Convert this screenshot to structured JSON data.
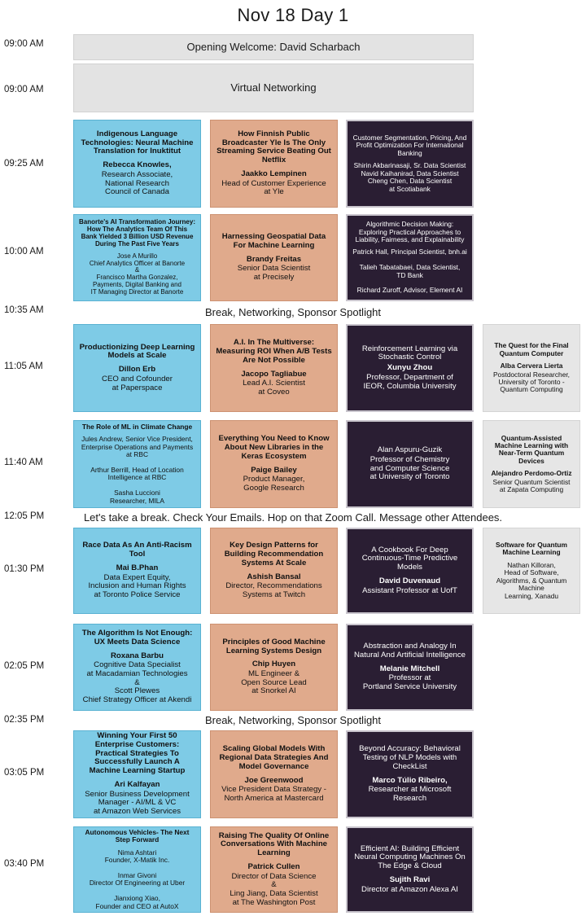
{
  "title": "Nov 18 Day 1",
  "times": [
    "09:00 AM",
    "09:00 AM",
    "09:25 AM",
    "10:00 AM",
    "10:35 AM",
    "11:05 AM",
    "11:40 AM",
    "12:05 PM",
    "01:30 PM",
    "02:05 PM",
    "02:35 PM",
    "03:05 PM",
    "03:40 PM"
  ],
  "banners": {
    "opening": "Opening Welcome: David Scharbach",
    "networking": "Virtual Networking",
    "break1": "Break, Networking, Sponsor Spotlight",
    "lunch": "Let's take a break.  Check Your Emails.  Hop on that Zoom Call. Message other Attendees.",
    "break2": "Break, Networking, Sponsor Spotlight"
  },
  "sessions": {
    "s0925a": {
      "title": "Indigenous Language Technologies: Neural Machine Translation for Inuktitut",
      "speaker": "Rebecca Knowles,",
      "role": "Research Associate,\nNational Research\nCouncil of Canada"
    },
    "s0925b": {
      "title": "How Finnish Public Broadcaster Yle Is The Only Streaming Service Beating Out Netflix",
      "speaker": "Jaakko Lempinen",
      "role": "Head of Customer Experience\nat Yle"
    },
    "s0925c": {
      "title": "Customer Segmentation, Pricing, And Profit Optimization For  International Banking",
      "role": "Shirin  Akbarinasaji, Sr. Data Scientist\nNavid Kaihanirad, Data Scientist\nCheng Chen, Data Scientist\nat Scotiabank"
    },
    "s1000a": {
      "title": "Banorte's AI Transformation Journey: How The Analytics Team Of This Bank Yielded 3 Billion USD Revenue During The Past Five Years",
      "role": "Jose A Murillo\nChief Analytics Officer at Banorte\n&\nFrancisco Martha Gonzalez,\nPayments, Digital Banking and\nIT Managing Director at Banorte"
    },
    "s1000b": {
      "title": "Harnessing Geospatial Data For Machine Learning",
      "speaker": "Brandy Freitas",
      "role": "Senior Data Scientist\nat Precisely"
    },
    "s1000c": {
      "title": "Algorithmic Decision Making: Exploring Practical Approaches to Liability, Fairness, and Explainability",
      "role": "Patrick Hall, Principal Scientist, bnh.ai\n\nTalieh Tabatabaei, Data Scientist,\nTD Bank\n\nRichard Zuroff,  Advisor, Element AI"
    },
    "s1105a": {
      "title": "Productionizing Deep Learning Models at Scale",
      "speaker": "Dillon Erb",
      "role": "CEO and Cofounder\nat Paperspace"
    },
    "s1105b": {
      "title": "A.I. In The Multiverse: Measuring ROI When A/B Tests Are Not Possible",
      "speaker": "Jacopo Tagliabue",
      "role": "Lead A.I. Scientist\nat Coveo"
    },
    "s1105c": {
      "title": "Reinforcement Learning via Stochastic Control",
      "speaker": "Xunyu Zhou",
      "role": "Professor, Department of\nIEOR, Columbia University"
    },
    "s1105d": {
      "title": "The Quest for the Final Quantum Computer",
      "speaker": "Alba Cervera Lierta",
      "role": "Postdoctoral Researcher,\nUniversity of Toronto -\nQuantum Computing"
    },
    "s1140a": {
      "title": "The Role of ML in Climate Change",
      "role": "Jules Andrew, Senior Vice President,\nEnterprise Operations and Payments\nat RBC\n\nArthur Berrill, Head of Location\nIntelligence at RBC\n\nSasha Luccioni\nResearcher, MILA"
    },
    "s1140b": {
      "title": "Everything You Need to Know About New Libraries in the Keras Ecosystem",
      "speaker": "Paige Bailey",
      "role": "Product Manager,\nGoogle Research"
    },
    "s1140c": {
      "title": "Alan Aspuru-Guzik",
      "role": "Professor of Chemistry\nand Computer Science\nat University of Toronto"
    },
    "s1140d": {
      "title": "Quantum-Assisted Machine Learning with Near-Term Quantum Devices",
      "speaker": "Alejandro Perdomo-Ortiz",
      "role": "Senior Quantum Scientist\nat Zapata Computing"
    },
    "s0130a": {
      "title": "Race Data As An Anti-Racism Tool",
      "speaker": "Mai B.Phan",
      "role": "Data Expert Equity,\nInclusion and Human Rights\nat Toronto Police Service"
    },
    "s0130b": {
      "title": "Key Design Patterns for Building Recommendation Systems At Scale",
      "speaker": "Ashish Bansal",
      "role": "Director, Recommendations\nSystems at Twitch"
    },
    "s0130c": {
      "title": "A Cookbook For Deep Continuous-Time Predictive Models",
      "speaker": "David Duvenaud",
      "role": "Assistant Professor at UofT"
    },
    "s0130d": {
      "title": "Software for Quantum Machine Learning",
      "role": "Nathan Killoran,\nHead of Software,\nAlgorithms, & Quantum\nMachine\nLearning, Xanadu"
    },
    "s0205a": {
      "title": "The Algorithm Is Not Enough: UX Meets Data Science",
      "speaker": "Roxana Barbu",
      "role": "Cognitive Data Specialist\nat Macadamian Technologies\n&\nScott Plewes\nChief Strategy Officer at Akendi"
    },
    "s0205b": {
      "title": "Principles of Good Machine Learning Systems Design",
      "speaker": "Chip Huyen",
      "role": "ML Engineer &\nOpen Source Lead\nat Snorkel AI"
    },
    "s0205c": {
      "title": "Abstraction and Analogy In Natural And Artificial Intelligence",
      "speaker": "Melanie Mitchell",
      "role": "Professor at\nPortland Service University"
    },
    "s0305a": {
      "title": "Winning Your First 50 Enterprise Customers: Practical Strategies To Successfully Launch A Machine Learning Startup",
      "speaker": "Ari Kalfayan",
      "role": "Senior Business Development\nManager - AI/ML & VC\nat Amazon Web Services"
    },
    "s0305b": {
      "title": "Scaling Global Models With Regional Data Strategies And Model Governance",
      "speaker": "Joe Greenwood",
      "role": "Vice President Data Strategy -\nNorth America at Mastercard"
    },
    "s0305c": {
      "title": "Beyond Accuracy: Behavioral Testing of NLP Models with CheckList",
      "speaker": "Marco Túlio Ribeiro,",
      "role": "Researcher at Microsoft\nResearch"
    },
    "s0340a": {
      "title": "Autonomous Vehicles- The Next Step Forward",
      "role": "Nima Ashtari\nFounder, X-Matik Inc.\n\nInmar Givoni\nDirector Of Engineering at Uber\n\nJianxiong Xiao,\nFounder and CEO at AutoX"
    },
    "s0340b": {
      "title": "Raising The Quality Of Online Conversations With Machine Learning",
      "speaker": "Patrick Cullen",
      "role": "Director of Data Science\n&\nLing Jiang, Data Scientist\nat  The Washington Post"
    },
    "s0340c": {
      "title": "Efficient AI: Building Efficient Neural Computing Machines On The Edge & Cloud",
      "speaker": "Sujith Ravi",
      "role": "Director at Amazon Alexa AI"
    }
  },
  "colors": {
    "blue": "#7ecbe6",
    "peach": "#e0aa8c",
    "dark": "#2a1e33",
    "grey": "#e6e6e6",
    "banner": "#e3e3e3"
  }
}
